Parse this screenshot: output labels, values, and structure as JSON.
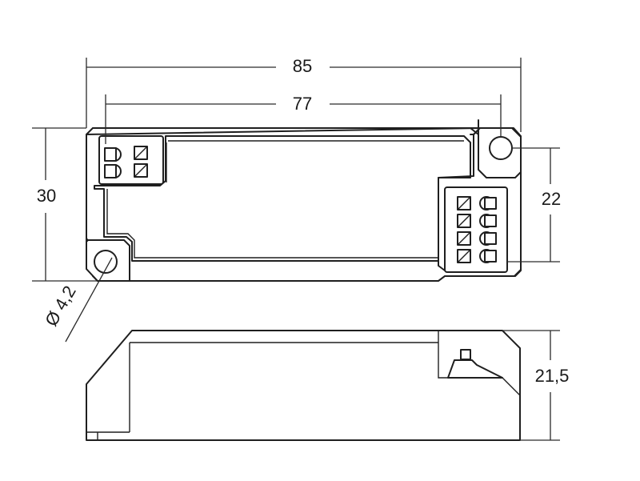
{
  "dimensions": {
    "overall_length": "85",
    "hole_spacing": "77",
    "width": "30",
    "hole_offset": "22",
    "hole_diameter": "Ø 4,2",
    "height": "21,5"
  },
  "colors": {
    "line": "#1f1f1f",
    "background": "#ffffff"
  }
}
